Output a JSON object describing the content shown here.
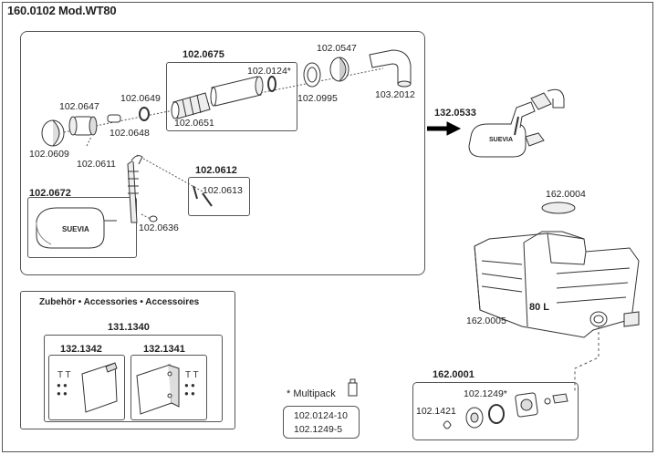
{
  "header": {
    "title": "160.0102 Mod.WT80"
  },
  "exploded_view": {
    "labels": {
      "p102_0675": "102.0675",
      "p102_0547": "102.0547",
      "p102_0124": "102.0124*",
      "p102_0995": "102.0995",
      "p103_2012": "103.2012",
      "p102_0651": "102.0651",
      "p102_0647": "102.0647",
      "p102_0649": "102.0649",
      "p102_0648": "102.0648",
      "p102_0609": "102.0609",
      "p102_0611": "102.0611",
      "p102_0612": "102.0612",
      "p102_0613": "102.0613",
      "p102_0672": "102.0672",
      "p102_0636": "102.0636",
      "suevia_small": "SUEVIA"
    }
  },
  "assembly": {
    "label": "132.0533",
    "logo": "SUEVIA"
  },
  "trough": {
    "p162_0004": "162.0004",
    "p162_0005": "162.0005",
    "capacity": "80 L"
  },
  "accessories": {
    "title": "Zubehör • Accessories • Accessoires",
    "set_label": "131.1340",
    "left_label": "132.1342",
    "right_label": "132.1341"
  },
  "multipack": {
    "title": "* Multipack",
    "items": [
      "102.0124-10",
      "102.1249-5"
    ]
  },
  "drain": {
    "label": "162.0001",
    "p102_1249": "102.1249*",
    "p102_1421": "102.1421"
  }
}
